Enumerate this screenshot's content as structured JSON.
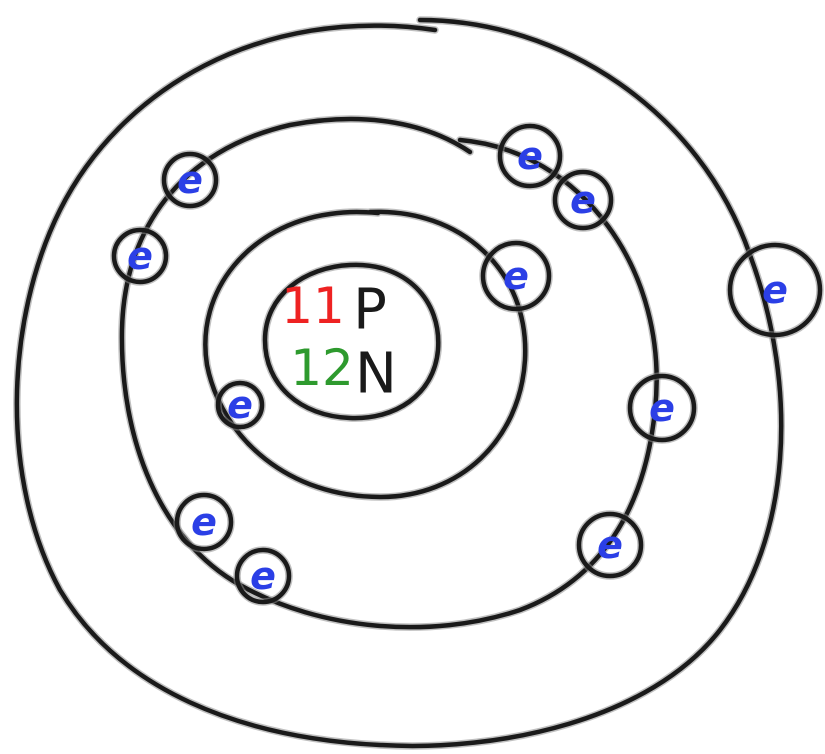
{
  "diagram": {
    "nucleus": {
      "protons": {
        "count": "11",
        "symbol": "P",
        "color": "#ee2222"
      },
      "neutrons": {
        "count": "12",
        "symbol": "N",
        "color": "#2e9a2e"
      }
    },
    "electron_label": "e",
    "electron_color": "#2b3fe6",
    "outline_color": "#1a1a1a",
    "shells": [
      {
        "name": "inner",
        "electrons": 2
      },
      {
        "name": "middle",
        "electrons": 8
      },
      {
        "name": "outer",
        "electrons": 1
      }
    ]
  }
}
